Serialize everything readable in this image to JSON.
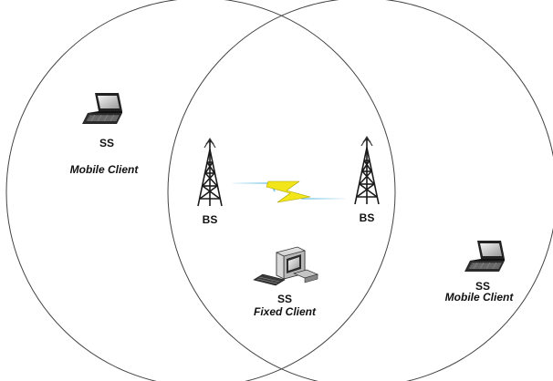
{
  "diagram": {
    "nodes": {
      "ss_left": {
        "type_label": "SS",
        "role_label": "Mobile Client",
        "icon": "laptop-icon"
      },
      "bs_left": {
        "type_label": "BS",
        "icon": "cell-tower-icon"
      },
      "bs_right": {
        "type_label": "BS",
        "icon": "cell-tower-icon"
      },
      "ss_fixed": {
        "type_label": "SS",
        "role_label": "Fixed Client",
        "icon": "desktop-computer-icon"
      },
      "ss_right": {
        "type_label": "SS",
        "role_label": "Mobile Client",
        "icon": "laptop-icon"
      }
    },
    "link": {
      "icon": "wireless-link-icon",
      "colors": {
        "bolt": "#f2e51a",
        "tail": "#7fc8e8"
      }
    },
    "coverage_areas": [
      {
        "name": "left-coverage-area"
      },
      {
        "name": "right-coverage-area"
      }
    ]
  }
}
